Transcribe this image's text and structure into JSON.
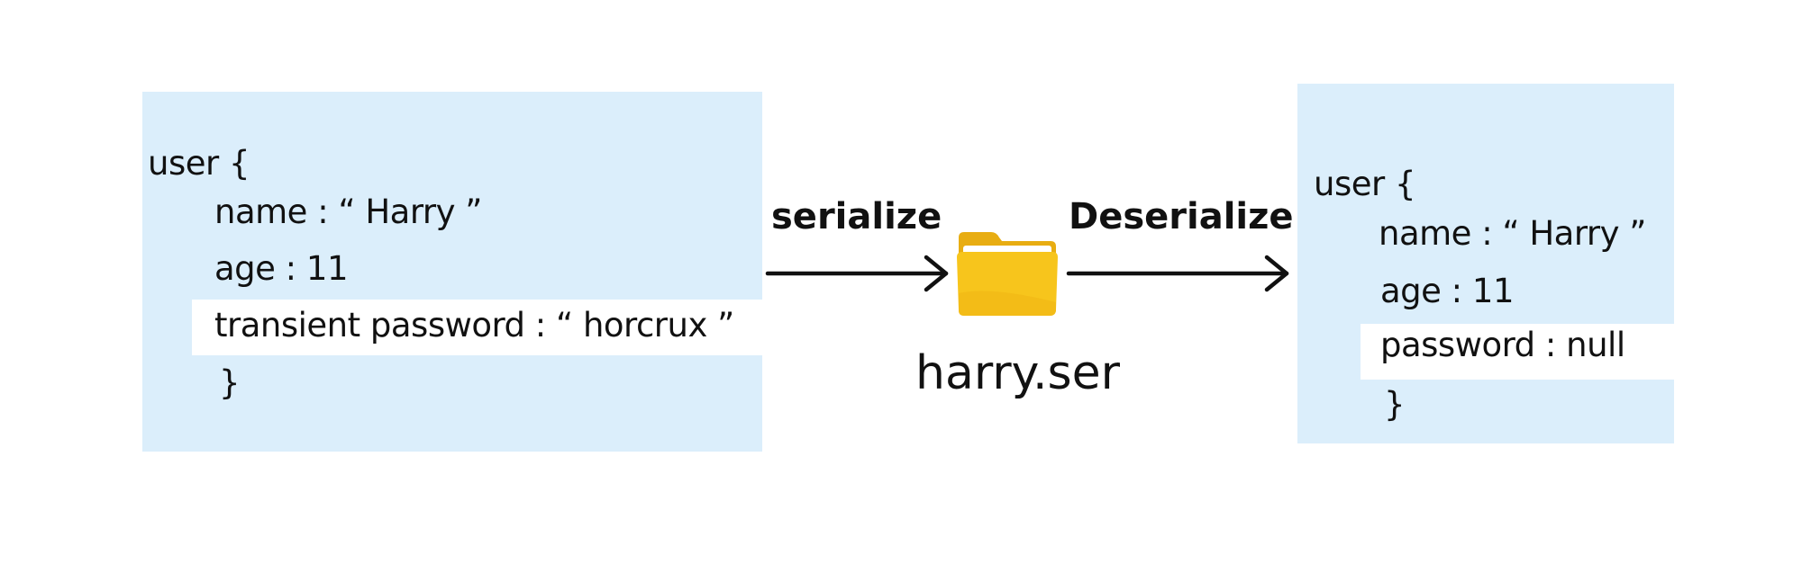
{
  "left_object": {
    "header": "user {",
    "name_line": "name  : “ Harry ”",
    "age_line": "age  : 11",
    "password_line": "transient password : “ horcrux ”",
    "closing": "}"
  },
  "serialize_label": "serialize",
  "file": {
    "icon": "folder-icon",
    "name": "harry.ser"
  },
  "deserialize_label": "Deserialize",
  "right_object": {
    "header": "user {",
    "name_line": "name  : “ Harry ”",
    "age_line": "age  : 11",
    "password_line": "password : null",
    "closing": "}"
  },
  "colors": {
    "panel": "#dbeefb",
    "highlight": "#ffffff",
    "folder_front": "#f7c51c",
    "folder_back": "#e8ad12"
  }
}
